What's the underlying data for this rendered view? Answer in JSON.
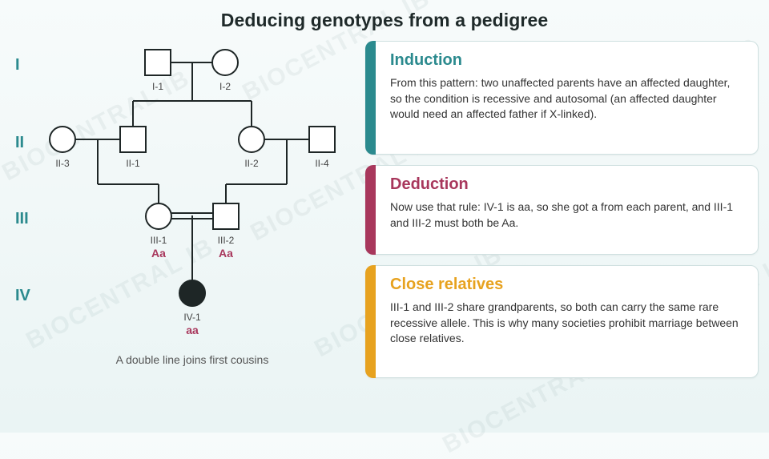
{
  "title": "Deducing genotypes from a pedigree",
  "generations": [
    "I",
    "II",
    "III",
    "IV"
  ],
  "pedigree": {
    "individuals": {
      "I-1": "I-1",
      "I-2": "I-2",
      "II-1": "II-1",
      "II-2": "II-2",
      "II-3": "II-3",
      "II-4": "II-4",
      "III-1": "III-1",
      "III-2": "III-2",
      "IV-1": "IV-1"
    },
    "genotypes": {
      "III-1": "Aa",
      "III-2": "Aa",
      "IV-1": "aa"
    },
    "caption": "A double line joins first cousins",
    "colors": {
      "affected": "#1e2626",
      "unaffected": "#ffffff",
      "line": "#1e2626",
      "genotype": "#a8375c"
    }
  },
  "cards": [
    {
      "heading": "Induction",
      "text": "From this pattern: two unaffected parents have an affected daughter, so the condition is recessive and autosomal (an affected daughter would need an affected father if X-linked).",
      "color": "#2b8a8e"
    },
    {
      "heading": "Deduction",
      "text": "Now use that rule: IV-1 is aa, so she got a from each parent, and III-1 and III-2 must both be Aa.",
      "color": "#a8375c"
    },
    {
      "heading": "Close relatives",
      "text": "III-1 and III-2 share grandparents, so both can carry the same rare recessive allele. This is why many societies prohibit marriage between close relatives.",
      "color": "#e7a21f"
    }
  ],
  "watermark": "BIOCENTRAL IB"
}
